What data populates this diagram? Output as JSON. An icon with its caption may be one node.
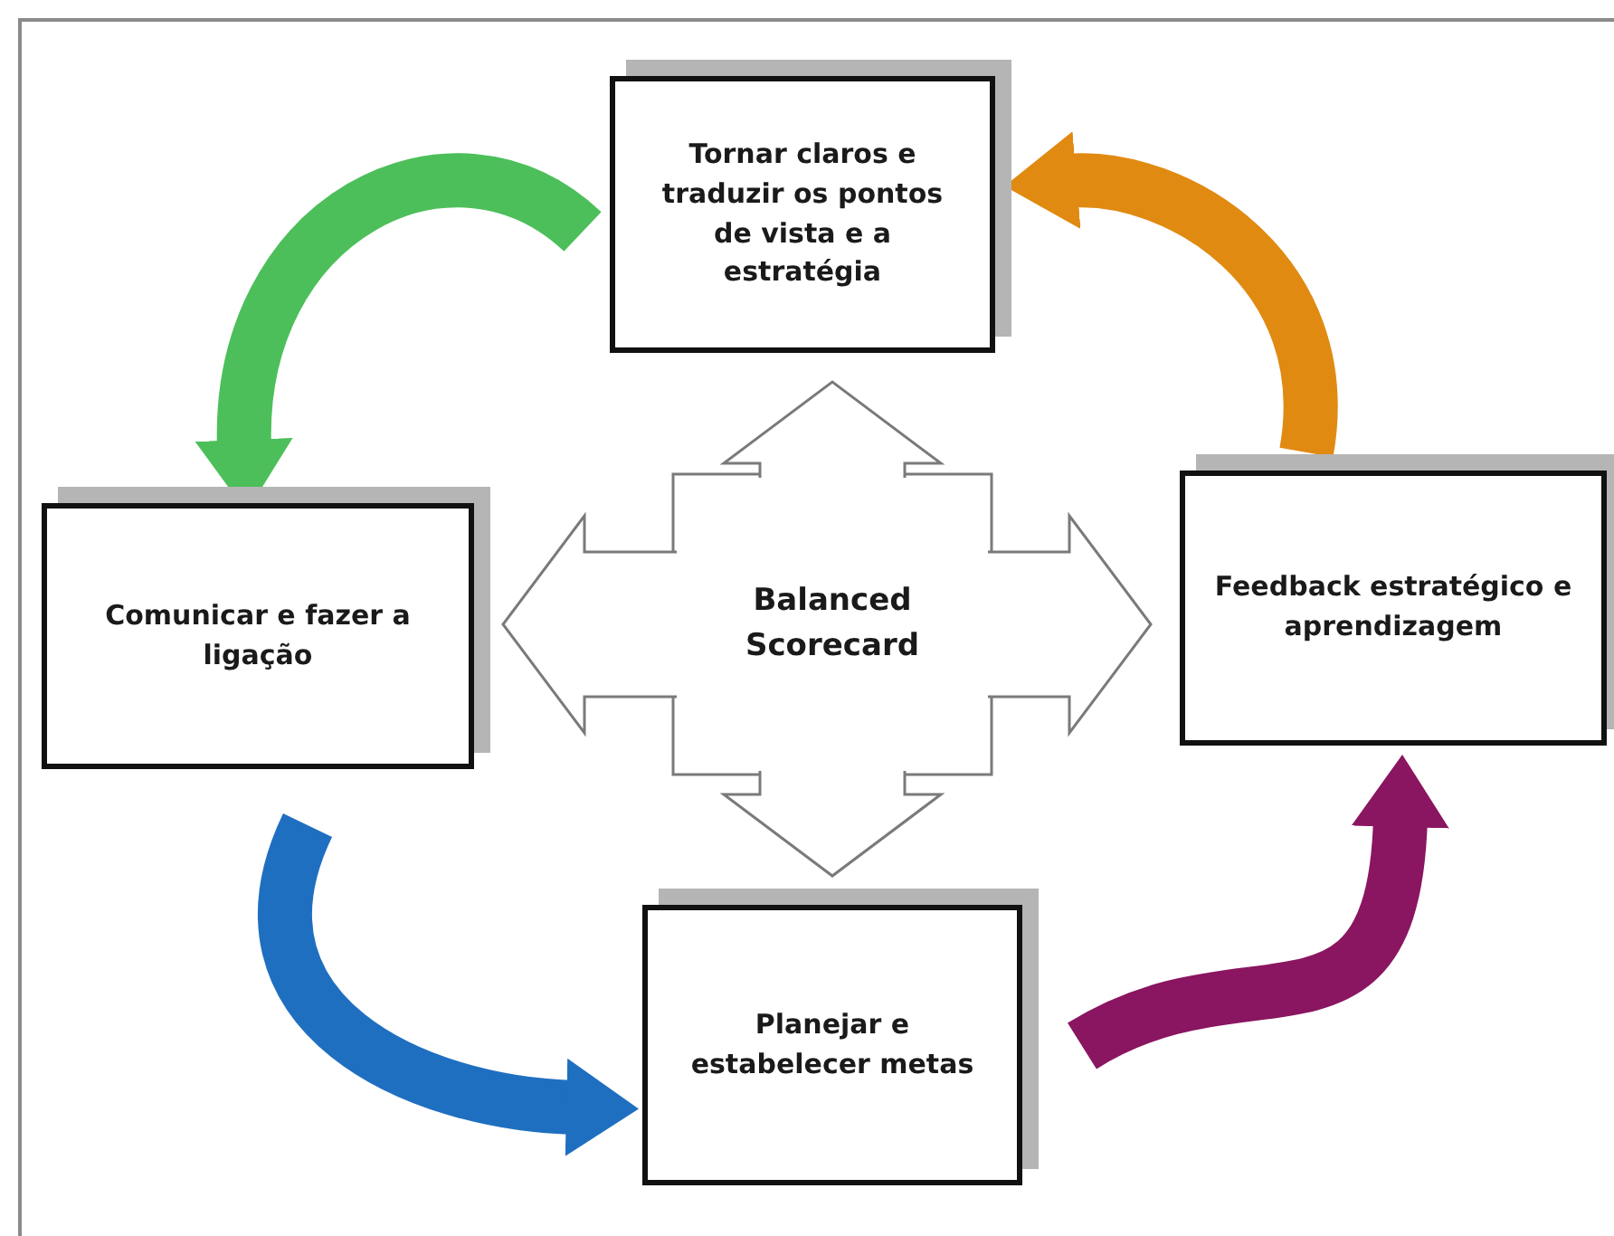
{
  "diagram": {
    "nodes": [
      {
        "text": [
          "Tornar claros e traduzir os pontos de vista e a estratégia"
        ]
      },
      {
        "text": [
          "Comunicar e fazer a ligação"
        ]
      },
      {
        "text": [
          "Balanced Scorecard"
        ]
      },
      {
        "text": [
          "Feedback estratégico e aprendizagem"
        ]
      },
      {
        "text": [
          "Planejar e estabelecer metas"
        ]
      }
    ],
    "edges": [
      {
        "from": 2,
        "to": 0,
        "arrow": "to"
      },
      {
        "from": 2,
        "to": 1,
        "arrow": "to"
      },
      {
        "from": 2,
        "to": 3,
        "arrow": "to"
      },
      {
        "from": 2,
        "to": 4,
        "arrow": "to"
      },
      {
        "from": 0,
        "to": 1,
        "arrow": "to",
        "color": "#4cbf5a"
      },
      {
        "from": 1,
        "to": 4,
        "arrow": "to",
        "color": "#1f6fc0"
      },
      {
        "from": 4,
        "to": 3,
        "arrow": "to",
        "color": "#8a1560"
      },
      {
        "from": 3,
        "to": 0,
        "arrow": "to",
        "color": "#e08a12"
      }
    ]
  }
}
